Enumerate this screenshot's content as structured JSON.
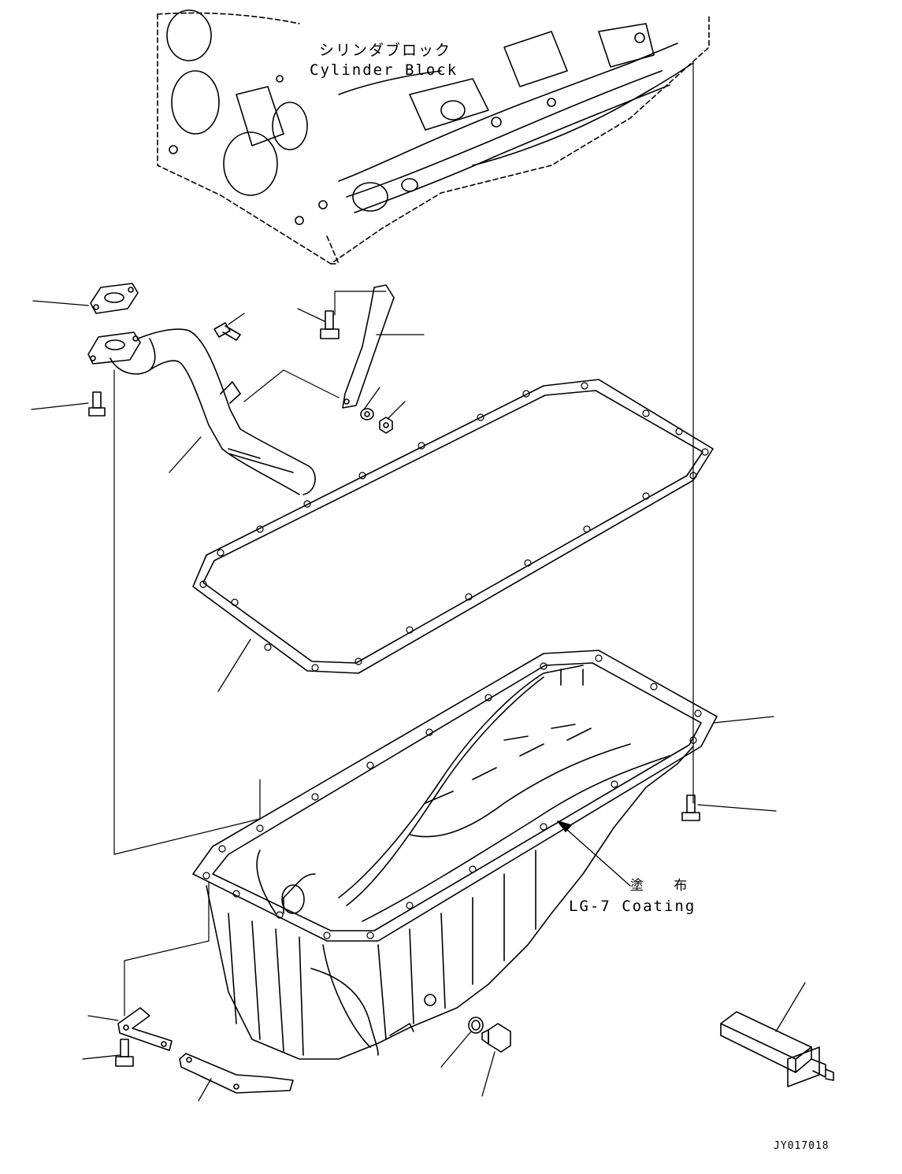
{
  "labels": {
    "cylinder_block_jp": "シリンダブロック",
    "cylinder_block_en": "Cylinder Block",
    "coating_jp": "塗 布",
    "coating_en": "LG-7 Coating",
    "drawing_code": "JY017018"
  },
  "colors": {
    "line": "#000000",
    "background": "#ffffff"
  }
}
